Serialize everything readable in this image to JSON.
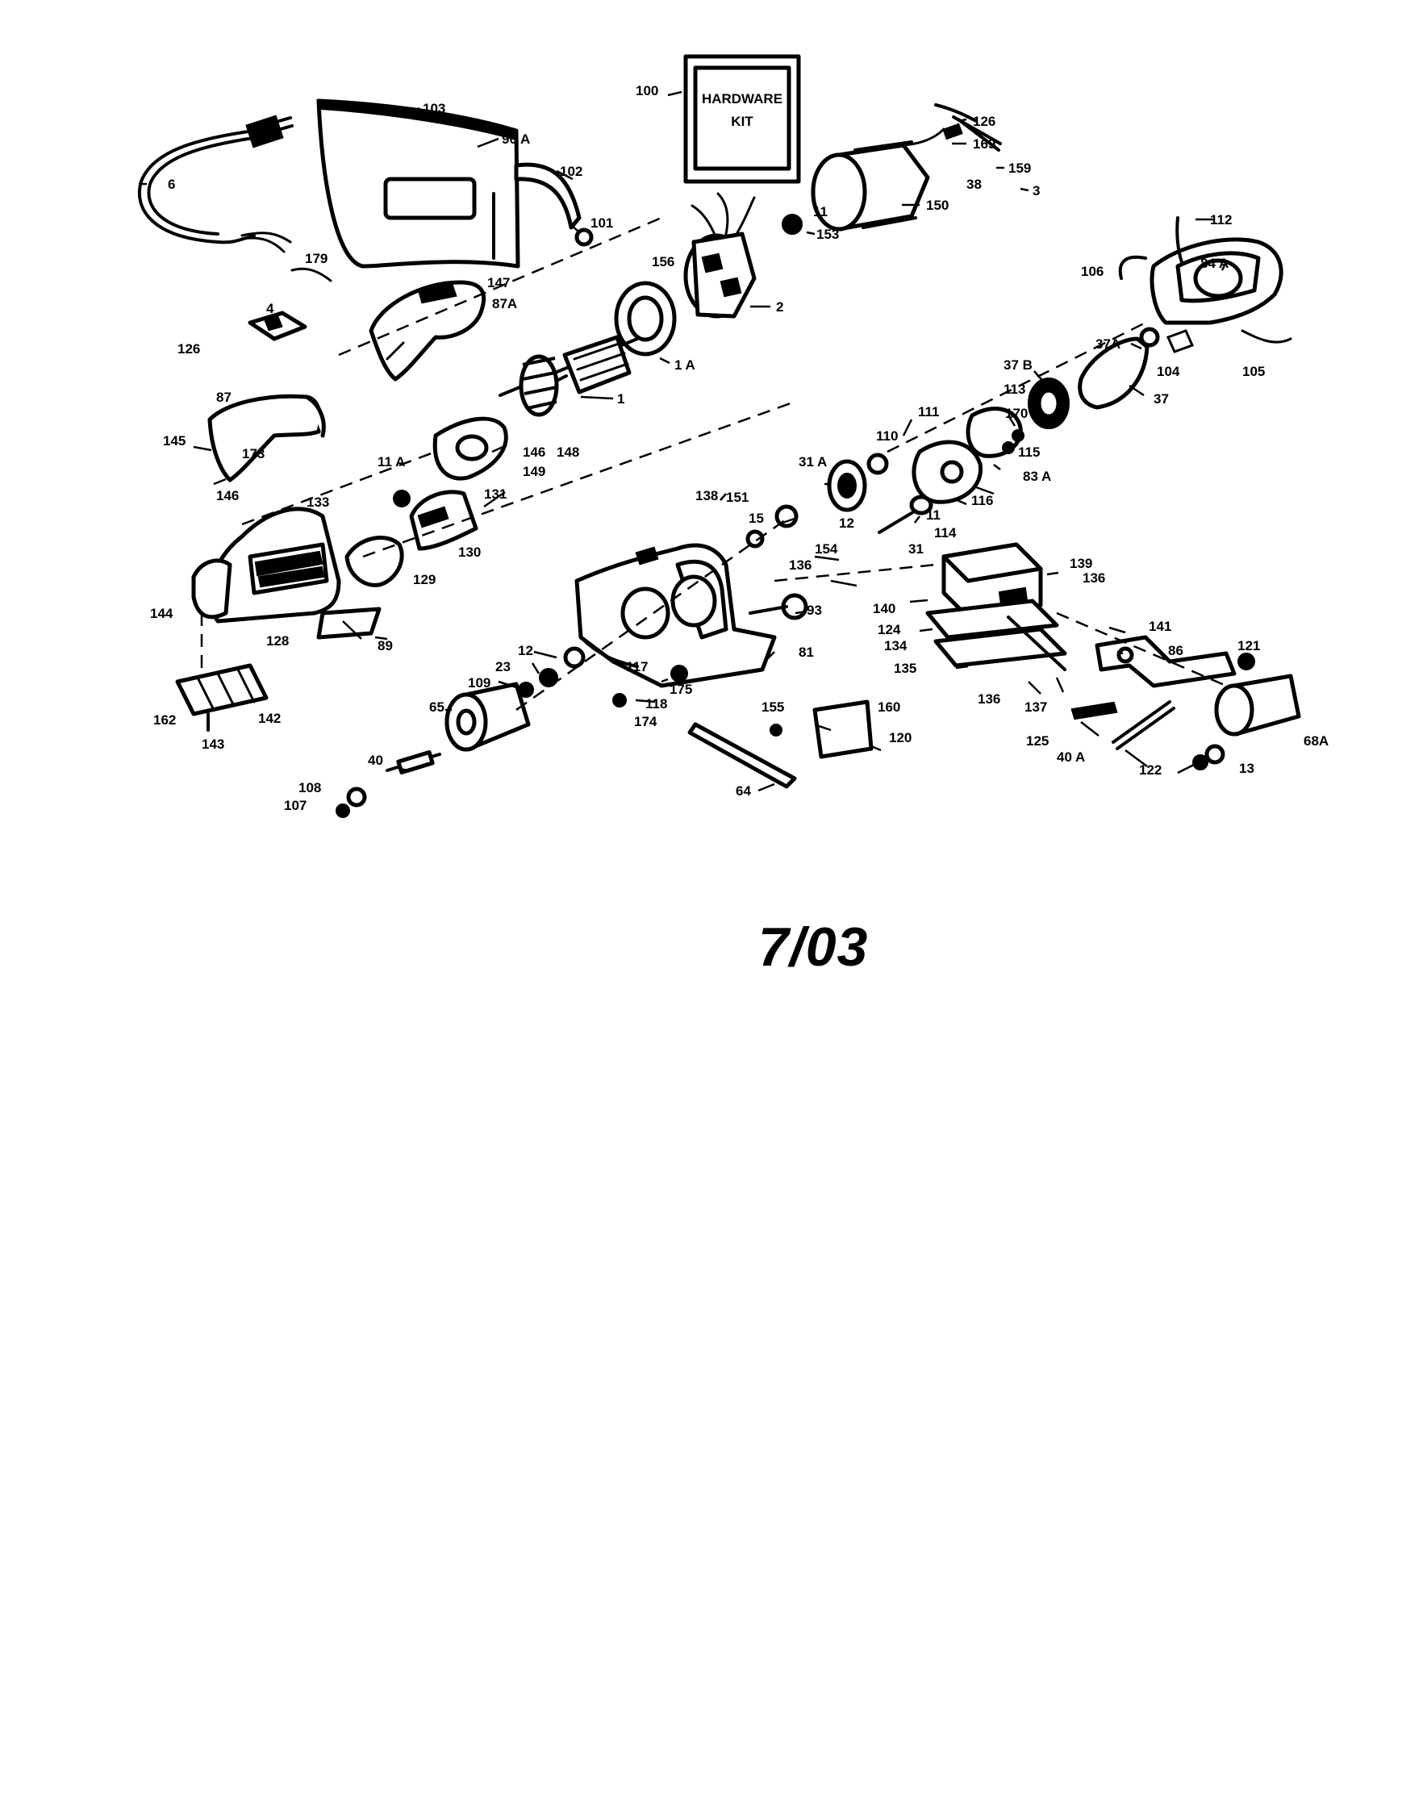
{
  "kit_box": {
    "line1": "HARDWARE",
    "line2": "KIT"
  },
  "revision": "7/03",
  "callouts": [
    {
      "id": "c-103",
      "text": "103"
    },
    {
      "id": "c-90a",
      "text": "90 A"
    },
    {
      "id": "c-102",
      "text": "102"
    },
    {
      "id": "c-101",
      "text": "101"
    },
    {
      "id": "c-6",
      "text": "6"
    },
    {
      "id": "c-179",
      "text": "179"
    },
    {
      "id": "c-147",
      "text": "147"
    },
    {
      "id": "c-87a",
      "text": "87A"
    },
    {
      "id": "c-4",
      "text": "4"
    },
    {
      "id": "c-126a",
      "text": "126"
    },
    {
      "id": "c-100",
      "text": "100"
    },
    {
      "id": "c-126b",
      "text": "126"
    },
    {
      "id": "c-169",
      "text": "169"
    },
    {
      "id": "c-159",
      "text": "159"
    },
    {
      "id": "c-3",
      "text": "3"
    },
    {
      "id": "c-38",
      "text": "38"
    },
    {
      "id": "c-150",
      "text": "150"
    },
    {
      "id": "c-153",
      "text": "153"
    },
    {
      "id": "c-11a",
      "text": "11"
    },
    {
      "id": "c-156",
      "text": "156"
    },
    {
      "id": "c-2",
      "text": "2"
    },
    {
      "id": "c-1a",
      "text": "1 A"
    },
    {
      "id": "c-1",
      "text": "1"
    },
    {
      "id": "c-112",
      "text": "112"
    },
    {
      "id": "c-106",
      "text": "106"
    },
    {
      "id": "c-84a",
      "text": "84 A"
    },
    {
      "id": "c-37a",
      "text": "37A"
    },
    {
      "id": "c-104",
      "text": "104"
    },
    {
      "id": "c-105",
      "text": "105"
    },
    {
      "id": "c-37b",
      "text": "37 B"
    },
    {
      "id": "c-113",
      "text": "113"
    },
    {
      "id": "c-37",
      "text": "37"
    },
    {
      "id": "c-87",
      "text": "87"
    },
    {
      "id": "c-145",
      "text": "145"
    },
    {
      "id": "c-146a",
      "text": "146"
    },
    {
      "id": "c-173",
      "text": "173"
    },
    {
      "id": "c-146b",
      "text": "146"
    },
    {
      "id": "c-11b",
      "text": "11 A"
    },
    {
      "id": "c-148",
      "text": "148"
    },
    {
      "id": "c-149",
      "text": "149"
    },
    {
      "id": "c-111",
      "text": "111"
    },
    {
      "id": "c-170",
      "text": "170"
    },
    {
      "id": "c-115",
      "text": "115"
    },
    {
      "id": "c-110",
      "text": "110"
    },
    {
      "id": "c-31a",
      "text": "31 A"
    },
    {
      "id": "c-83a",
      "text": "83 A"
    },
    {
      "id": "c-116",
      "text": "116"
    },
    {
      "id": "c-133",
      "text": "133"
    },
    {
      "id": "c-131",
      "text": "131"
    },
    {
      "id": "c-138",
      "text": "138"
    },
    {
      "id": "c-151",
      "text": "151"
    },
    {
      "id": "c-15",
      "text": "15"
    },
    {
      "id": "c-12a",
      "text": "12"
    },
    {
      "id": "c-11c",
      "text": "11"
    },
    {
      "id": "c-114",
      "text": "114"
    },
    {
      "id": "c-31",
      "text": "31"
    },
    {
      "id": "c-130",
      "text": "130"
    },
    {
      "id": "c-154",
      "text": "154"
    },
    {
      "id": "c-136a",
      "text": "136"
    },
    {
      "id": "c-129",
      "text": "129"
    },
    {
      "id": "c-139",
      "text": "139"
    },
    {
      "id": "c-136b",
      "text": "136"
    },
    {
      "id": "c-144",
      "text": "144"
    },
    {
      "id": "c-93",
      "text": "93"
    },
    {
      "id": "c-140",
      "text": "140"
    },
    {
      "id": "c-128",
      "text": "128"
    },
    {
      "id": "c-89",
      "text": "89"
    },
    {
      "id": "c-124",
      "text": "124"
    },
    {
      "id": "c-134",
      "text": "134"
    },
    {
      "id": "c-141",
      "text": "141"
    },
    {
      "id": "c-12b",
      "text": "12"
    },
    {
      "id": "c-81",
      "text": "81"
    },
    {
      "id": "c-121",
      "text": "121"
    },
    {
      "id": "c-135",
      "text": "135"
    },
    {
      "id": "c-86",
      "text": "86"
    },
    {
      "id": "c-23",
      "text": "23"
    },
    {
      "id": "c-109",
      "text": "109"
    },
    {
      "id": "c-117",
      "text": "117"
    },
    {
      "id": "c-175",
      "text": "175"
    },
    {
      "id": "c-136c",
      "text": "136"
    },
    {
      "id": "c-137",
      "text": "137"
    },
    {
      "id": "c-162",
      "text": "162"
    },
    {
      "id": "c-142",
      "text": "142"
    },
    {
      "id": "c-118",
      "text": "118"
    },
    {
      "id": "c-174",
      "text": "174"
    },
    {
      "id": "c-65",
      "text": "65"
    },
    {
      "id": "c-155",
      "text": "155"
    },
    {
      "id": "c-160",
      "text": "160"
    },
    {
      "id": "c-143",
      "text": "143"
    },
    {
      "id": "c-120",
      "text": "120"
    },
    {
      "id": "c-125",
      "text": "125"
    },
    {
      "id": "c-40a",
      "text": "40 A"
    },
    {
      "id": "c-68a",
      "text": "68A"
    },
    {
      "id": "c-40",
      "text": "40"
    },
    {
      "id": "c-122",
      "text": "122"
    },
    {
      "id": "c-13",
      "text": "13"
    },
    {
      "id": "c-108",
      "text": "108"
    },
    {
      "id": "c-107",
      "text": "107"
    },
    {
      "id": "c-64",
      "text": "64"
    }
  ]
}
